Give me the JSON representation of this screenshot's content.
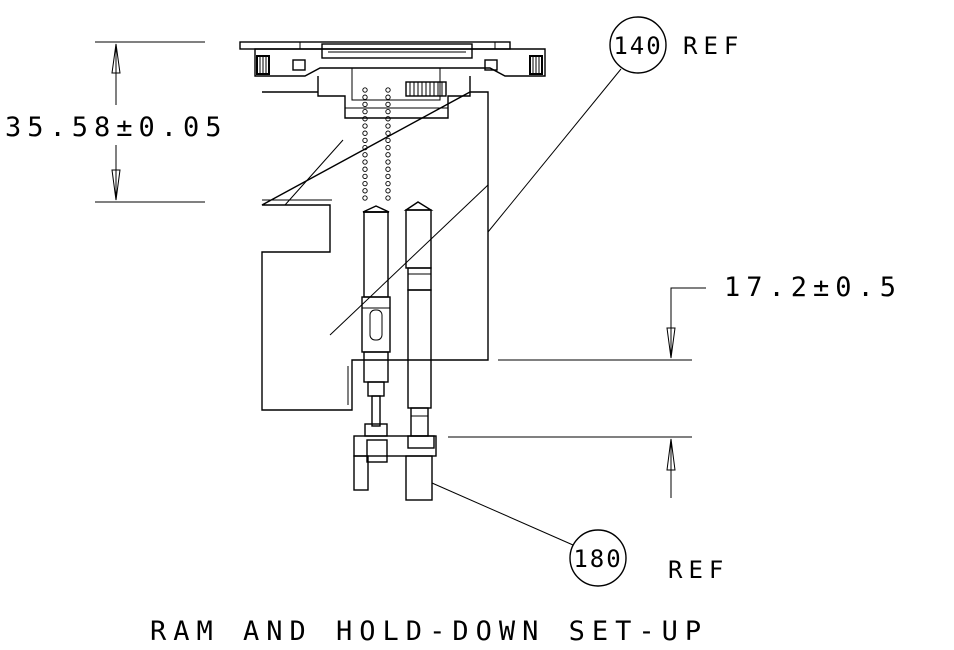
{
  "drawing": {
    "caption": "RAM AND HOLD-DOWN SET-UP",
    "dim_top": "35.58±0.05",
    "dim_right": "17.2±0.5",
    "balloon_top": {
      "number": "140",
      "ref": "REF"
    },
    "balloon_bottom": {
      "number": "180",
      "ref": "REF"
    }
  },
  "colors": {
    "line": "#000000",
    "background": "#ffffff"
  }
}
